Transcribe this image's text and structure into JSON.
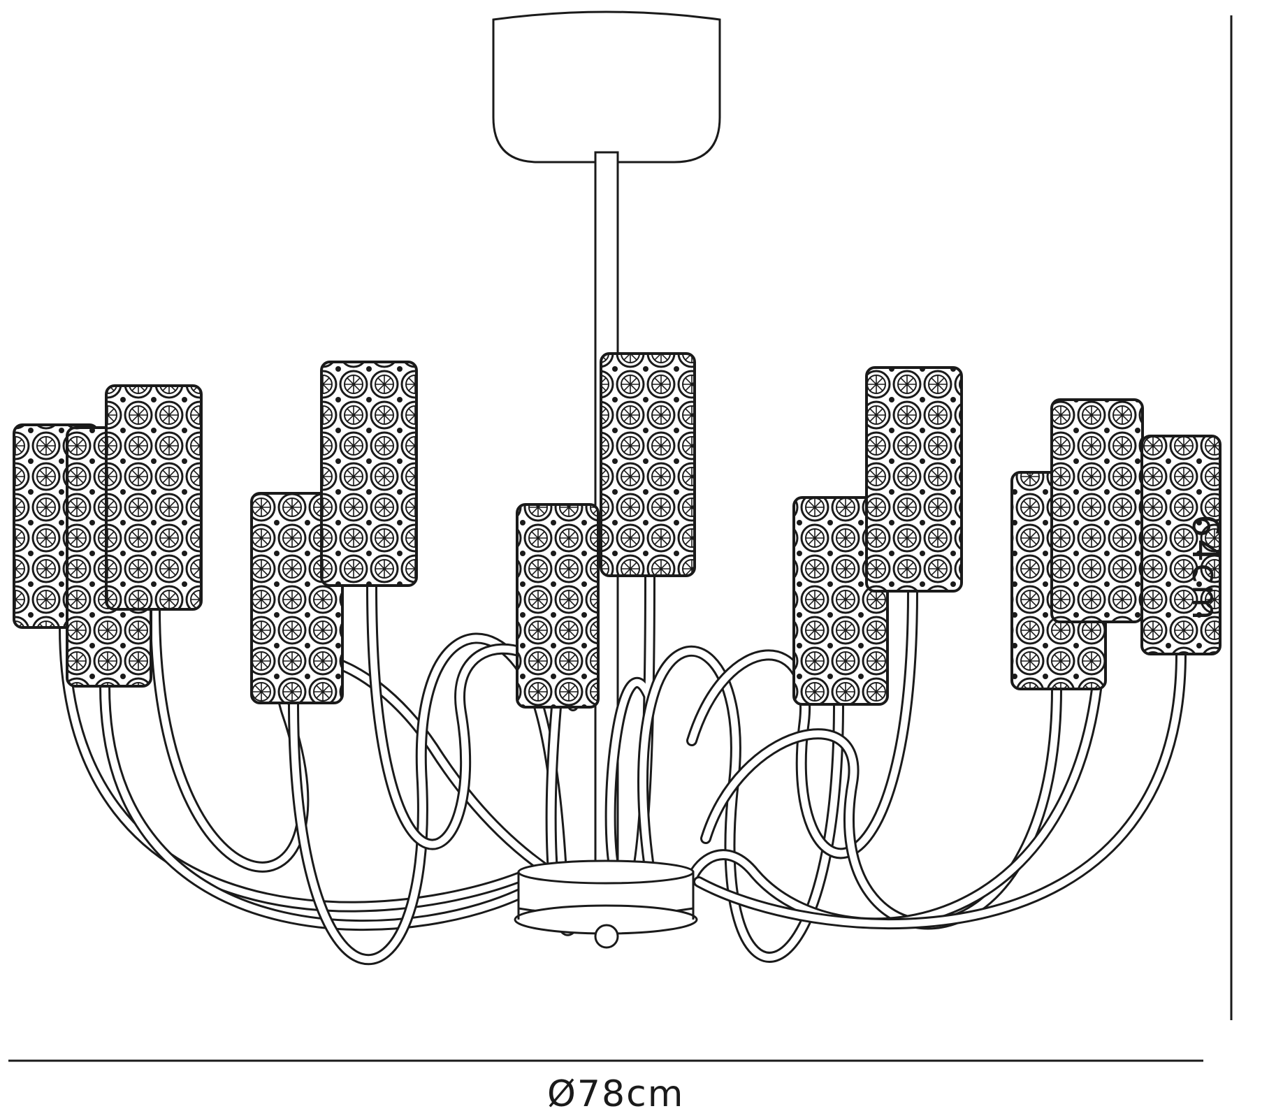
{
  "diagram": {
    "width_dimension": "Ø78cm",
    "height_dimension": "64cm",
    "line_color": "#1a1a1a",
    "fill_color": "#ffffff",
    "shade_count": 12,
    "arm_count": 12
  }
}
